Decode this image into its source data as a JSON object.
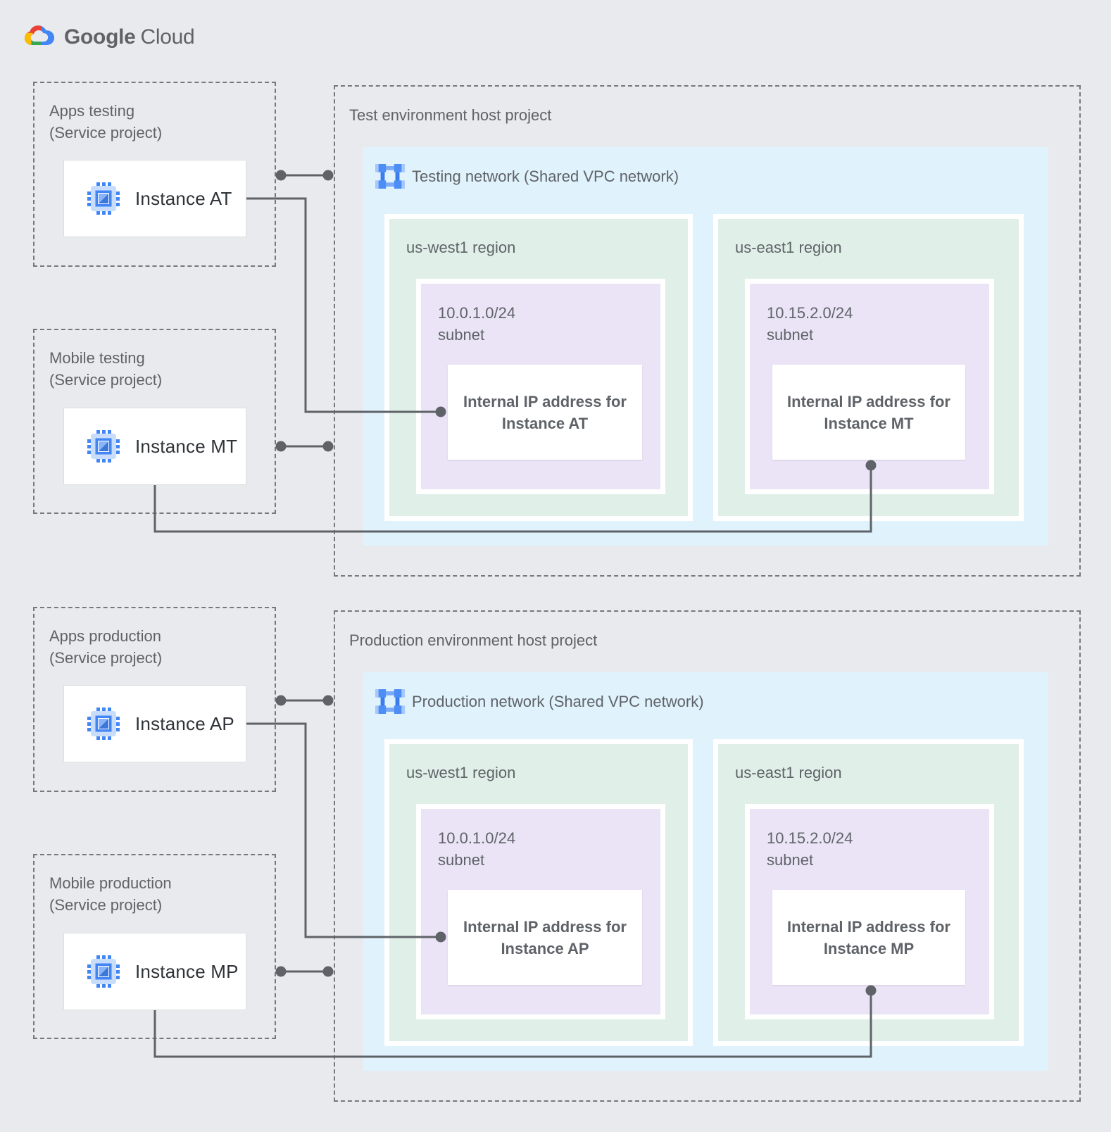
{
  "logo": {
    "google": "Google",
    "cloud": "Cloud"
  },
  "colors": {
    "page_bg": "#e8eaed",
    "network_bg": "#e0f2fc",
    "region_bg": "#e0f0e8",
    "subnet_bg": "#eae4f6",
    "connector": "#5f6368",
    "accent_blue": "#4285f4",
    "logo_red": "#ea4335",
    "logo_yellow": "#fbbc04",
    "logo_green": "#34a853",
    "logo_blue": "#4285f4"
  },
  "sections": [
    {
      "host_title": "Test environment host project",
      "network_label": "Testing network (Shared VPC network)",
      "services": [
        {
          "name": "Apps testing",
          "type": "(Service project)",
          "instance": "Instance AT"
        },
        {
          "name": "Mobile testing",
          "type": "(Service project)",
          "instance": "Instance MT"
        }
      ],
      "regions": [
        {
          "name": "us-west1 region",
          "cidr": "10.0.1.0/24",
          "subnet_word": "subnet",
          "ip_line1": "Internal IP address for",
          "ip_line2": "Instance AT"
        },
        {
          "name": "us-east1 region",
          "cidr": "10.15.2.0/24",
          "subnet_word": "subnet",
          "ip_line1": "Internal IP address for",
          "ip_line2": "Instance MT"
        }
      ]
    },
    {
      "host_title": "Production environment host project",
      "network_label": "Production network (Shared VPC network)",
      "services": [
        {
          "name": "Apps production",
          "type": "(Service project)",
          "instance": "Instance AP"
        },
        {
          "name": "Mobile production",
          "type": "(Service project)",
          "instance": "Instance MP"
        }
      ],
      "regions": [
        {
          "name": "us-west1 region",
          "cidr": "10.0.1.0/24",
          "subnet_word": "subnet",
          "ip_line1": "Internal IP address for",
          "ip_line2": "Instance AP"
        },
        {
          "name": "us-east1 region",
          "cidr": "10.15.2.0/24",
          "subnet_word": "subnet",
          "ip_line1": "Internal IP address for",
          "ip_line2": "Instance MP"
        }
      ]
    }
  ]
}
